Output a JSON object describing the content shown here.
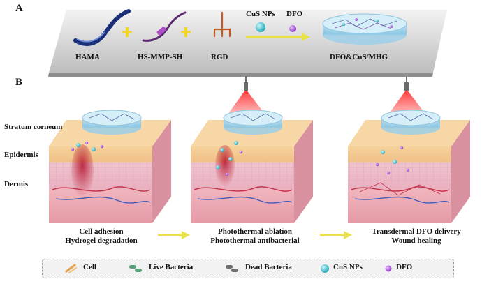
{
  "panel_a": {
    "letter": "A",
    "components": [
      "HAMA",
      "HS-MMP-SH",
      "RGD"
    ],
    "reagents": [
      "CuS NPs",
      "DFO"
    ],
    "product": "DFO&CuS/MHG"
  },
  "panel_b": {
    "letter": "B",
    "layers": [
      "Stratum corneum",
      "Epidermis",
      "Dermis"
    ],
    "stages": [
      {
        "line1": "Cell adhesion",
        "line2": "Hydrogel degradation"
      },
      {
        "line1": "Photothermal ablation",
        "line2": "Photothermal antibacterial"
      },
      {
        "line1": "Transdermal DFO delivery",
        "line2": "Wound healing"
      }
    ]
  },
  "legend": [
    "Cell",
    "Live Bacteria",
    "Dead Bacteria",
    "CuS NPs",
    "DFO"
  ],
  "colors": {
    "cus_np": "#36c6d4",
    "dfo": "#a24bd6",
    "laser": "#e0181c",
    "arrow": "#e8e24a",
    "plus": "#f1d820"
  }
}
